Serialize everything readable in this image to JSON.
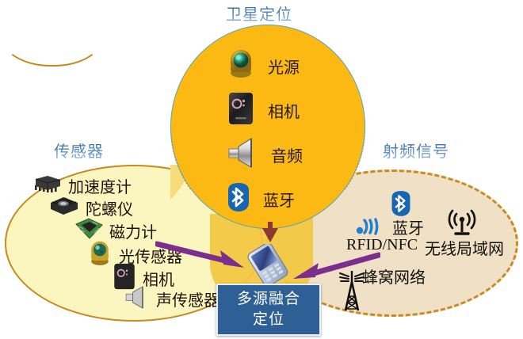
{
  "diagram": {
    "satellite_group": {
      "title": "卫星定位",
      "accent": "#FCB813",
      "border": "#57a7b8",
      "items": [
        {
          "icon": "light-source-icon",
          "label": "光源"
        },
        {
          "icon": "camera-icon",
          "label": "相机"
        },
        {
          "icon": "speaker-icon",
          "label": "音频"
        },
        {
          "icon": "bluetooth-icon",
          "label": "蓝牙"
        }
      ]
    },
    "sensor_group": {
      "title": "传感器",
      "fill": "#FBF5C0",
      "border": "#C88A1E",
      "items": [
        {
          "icon": "accelerometer-chip-icon",
          "label": "加速度计"
        },
        {
          "icon": "gyroscope-chip-icon",
          "label": "陀螺仪"
        },
        {
          "icon": "magnetometer-board-icon",
          "label": "磁力计"
        },
        {
          "icon": "light-sensor-icon",
          "label": "光传感器"
        },
        {
          "icon": "camera-icon",
          "label": "相机"
        },
        {
          "icon": "acoustic-sensor-icon",
          "label": "声传感器"
        }
      ]
    },
    "rf_group": {
      "title": "射频信号",
      "fill": "#EFE0C6",
      "border": "#C98B1F",
      "items": [
        {
          "icon": "bluetooth-icon",
          "label": "蓝牙"
        },
        {
          "icon": "rfid-wave-icon",
          "label": "RFID/NFC"
        },
        {
          "icon": "wifi-antenna-icon",
          "label": "无线局域网"
        },
        {
          "icon": "cell-tower-icon",
          "label": "蜂窝网络"
        }
      ]
    },
    "fusion": {
      "icon": "mobile-phone-icon",
      "line1": "多源融合",
      "line2": "定位",
      "background": "#2E6096",
      "text_color": "#FFFFFF"
    },
    "arrows": {
      "color": "#7B2E8E",
      "left": "arrow-right-pointing",
      "right": "arrow-left-pointing",
      "down": "arrow-down-pointing"
    }
  }
}
